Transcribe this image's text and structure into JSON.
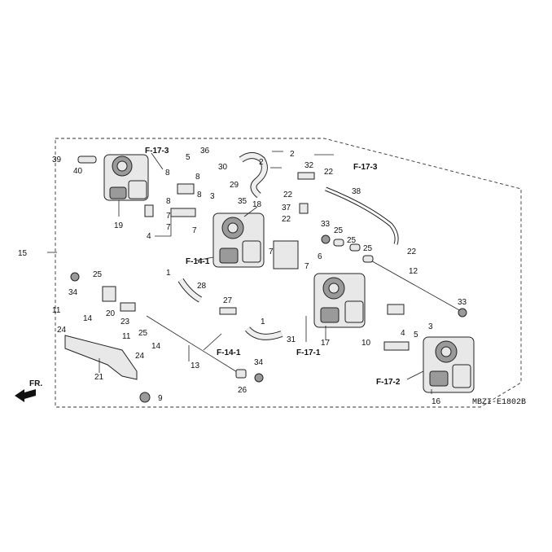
{
  "diagram_code": "MBZI-E1802B",
  "direction_label": "FR.",
  "reference_labels": {
    "f17_3_top": "F-17-3",
    "f17_3_right": "F-17-3",
    "f14_1_left": "F-14-1",
    "f14_1_bottom": "F-14-1",
    "f17_1": "F-17-1",
    "f17_2": "F-17-2"
  },
  "callouts": {
    "c39": "39",
    "c40": "40",
    "c5": "5",
    "c36": "36",
    "c30": "30",
    "c2a": "2",
    "c2b": "2",
    "c32": "32",
    "c22a": "22",
    "c8a": "8",
    "c8b": "8",
    "c3a": "3",
    "c29": "29",
    "c38": "38",
    "c22b": "22",
    "c37": "37",
    "c22c": "22",
    "c7a": "7",
    "c35": "35",
    "c18": "18",
    "c8c": "8",
    "c19": "19",
    "c7b": "7",
    "c4a": "4",
    "c33a": "33",
    "c25a": "25",
    "c25b": "25",
    "c25c": "25",
    "c22d": "22",
    "c15": "15",
    "c8d": "8",
    "c7c": "7",
    "c6": "6",
    "c12": "12",
    "c1a": "1",
    "c28": "28",
    "c25d": "25",
    "c34a": "34",
    "c27": "27",
    "c20": "20",
    "c33b": "33",
    "c11a": "11",
    "c14a": "14",
    "c23": "23",
    "c24a": "24",
    "c25e": "25",
    "c1b": "1",
    "c31": "31",
    "c17": "17",
    "c10": "10",
    "c3b": "3",
    "c5b": "5",
    "c11b": "11",
    "c14b": "14",
    "c4b": "4",
    "c24b": "24",
    "c13": "13",
    "c21": "21",
    "c34b": "34",
    "c26": "26",
    "c9": "9",
    "c16": "16"
  }
}
